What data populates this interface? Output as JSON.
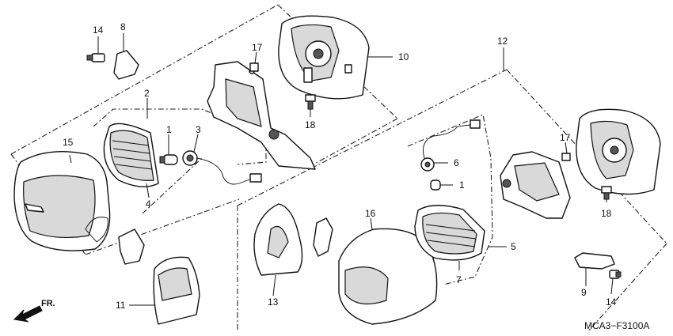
{
  "diagram": {
    "code": "MCA3−F3100A",
    "direction_label": "FR.",
    "callouts": {
      "c1a": "1",
      "c1b": "1",
      "c2": "2",
      "c3": "3",
      "c4": "4",
      "c5": "5",
      "c6": "6",
      "c7": "7",
      "c8": "8",
      "c9": "9",
      "c10": "10",
      "c11": "11",
      "c12": "12",
      "c13": "13",
      "c14a": "14",
      "c14b": "14",
      "c15": "15",
      "c16": "16",
      "c17a": "17",
      "c17b": "17",
      "c18a": "18",
      "c18b": "18"
    }
  }
}
